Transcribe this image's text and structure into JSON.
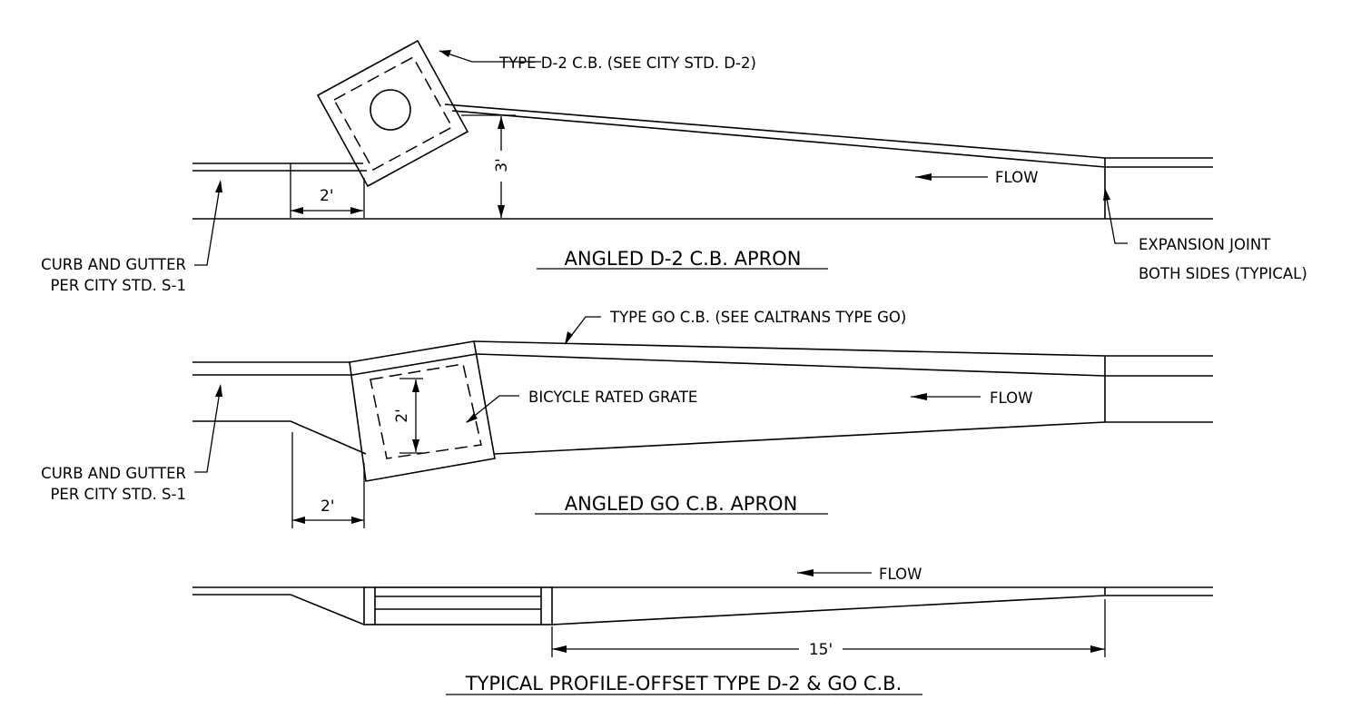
{
  "views": {
    "d2_apron": {
      "title": "ANGLED D-2 C.B. APRON",
      "catch_basin_label": "TYPE D-2 C.B. (SEE CITY STD. D-2)",
      "curb_label_line1": "CURB AND GUTTER",
      "curb_label_line2": "PER CITY STD. S-1",
      "joint_label_line1": "EXPANSION JOINT",
      "joint_label_line2": "BOTH SIDES (TYPICAL)",
      "flow_label": "FLOW",
      "dim_horizontal": "2'",
      "dim_vertical": "3'"
    },
    "go_apron": {
      "title": "ANGLED GO C.B. APRON",
      "catch_basin_label": "TYPE GO C.B. (SEE CALTRANS TYPE GO)",
      "grate_label": "BICYCLE RATED GRATE",
      "curb_label_line1": "CURB AND GUTTER",
      "curb_label_line2": "PER CITY STD. S-1",
      "flow_label": "FLOW",
      "dim_horizontal": "2'",
      "dim_grate": "2'"
    },
    "profile": {
      "title": "TYPICAL PROFILE-OFFSET TYPE D-2 & GO C.B.",
      "flow_label": "FLOW",
      "dim_length": "15'"
    }
  }
}
